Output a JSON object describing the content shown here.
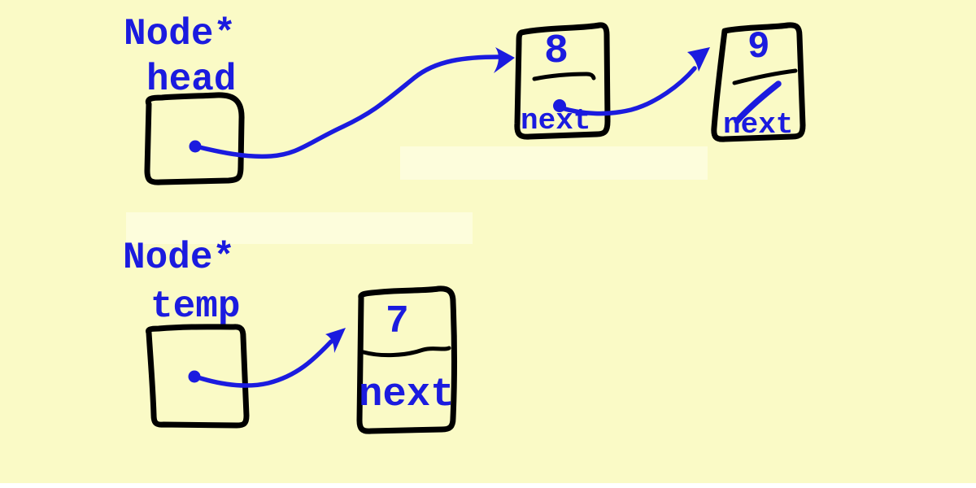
{
  "app": {
    "description": "Hand-drawn MS-Paint style linked list diagram on a pale yellow canvas"
  },
  "colors": {
    "background": "#FAFAC6",
    "background_light_patch": "#FDFDDC",
    "bottom_strip": "#FFFFFF",
    "ink_black": "#000000",
    "accent_blue": "#1B1BDF"
  },
  "labels": {
    "head_type": "Node*",
    "head_name": "head",
    "temp_type": "Node*",
    "temp_name": "temp",
    "node8_value": "8",
    "node8_field": "next",
    "node9_value": "9",
    "node9_field": "next",
    "node7_value": "7",
    "node7_field": "next"
  },
  "nodes": [
    {
      "id": "node8",
      "value": "8",
      "field": "next",
      "points_to": "node9"
    },
    {
      "id": "node9",
      "value": "9",
      "field": "next",
      "points_to": "NULL (slash mark)"
    },
    {
      "id": "node7",
      "value": "7",
      "field": "next",
      "points_to": ""
    }
  ],
  "pointers": [
    {
      "id": "head",
      "type": "Node*",
      "points_to": "node8"
    },
    {
      "id": "temp",
      "type": "Node*",
      "points_to": "node7"
    }
  ],
  "edges": [
    {
      "from": "head",
      "to": "node8",
      "style": "curved blue arrow"
    },
    {
      "from": "node8.next",
      "to": "node9",
      "style": "curved blue arrow"
    },
    {
      "from": "node9.next",
      "to": "NULL",
      "style": "blue slash"
    },
    {
      "from": "temp",
      "to": "node7",
      "style": "curved blue arrow"
    }
  ]
}
